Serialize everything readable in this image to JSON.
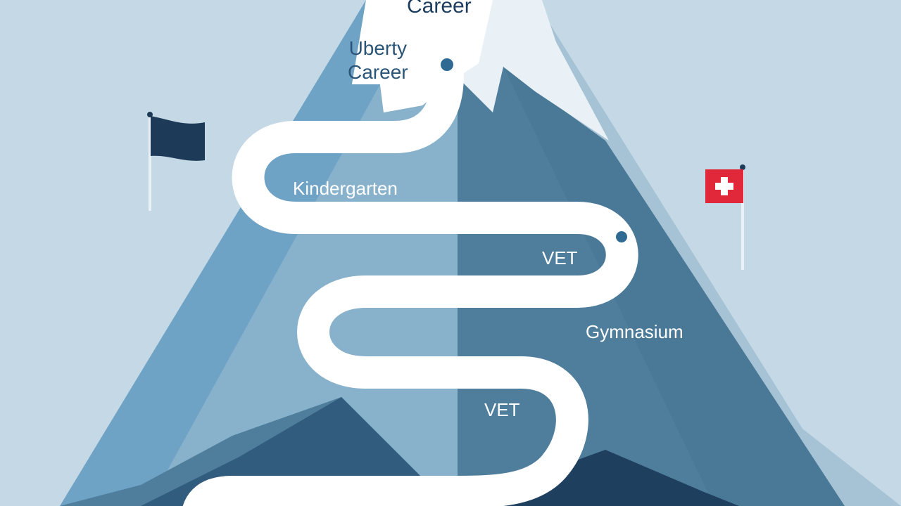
{
  "diagram": {
    "top_title": "Career",
    "upper_label": [
      "Uberty",
      "Career"
    ],
    "stages": {
      "kindergarten": "Kindergarten",
      "vet_first": "VET",
      "gymnasium": "Gymnasium",
      "vet_second": "VET"
    }
  },
  "colors": {
    "sky": "#c4d9e5",
    "mountain_light": "#6fa3c6",
    "mountain_mid": "#88b2cc",
    "mountain_dark": "#4a7897",
    "mountain_shadow": "#315c7d",
    "snow": "#ffffff",
    "path": "#ffffff",
    "flag_dark": "#1d3a58",
    "flag_swiss_red": "#e0283a"
  },
  "icons": {
    "left_flag": "dark-flag-icon",
    "right_flag": "swiss-flag-icon",
    "markers": "waypoint-dot-icon"
  }
}
